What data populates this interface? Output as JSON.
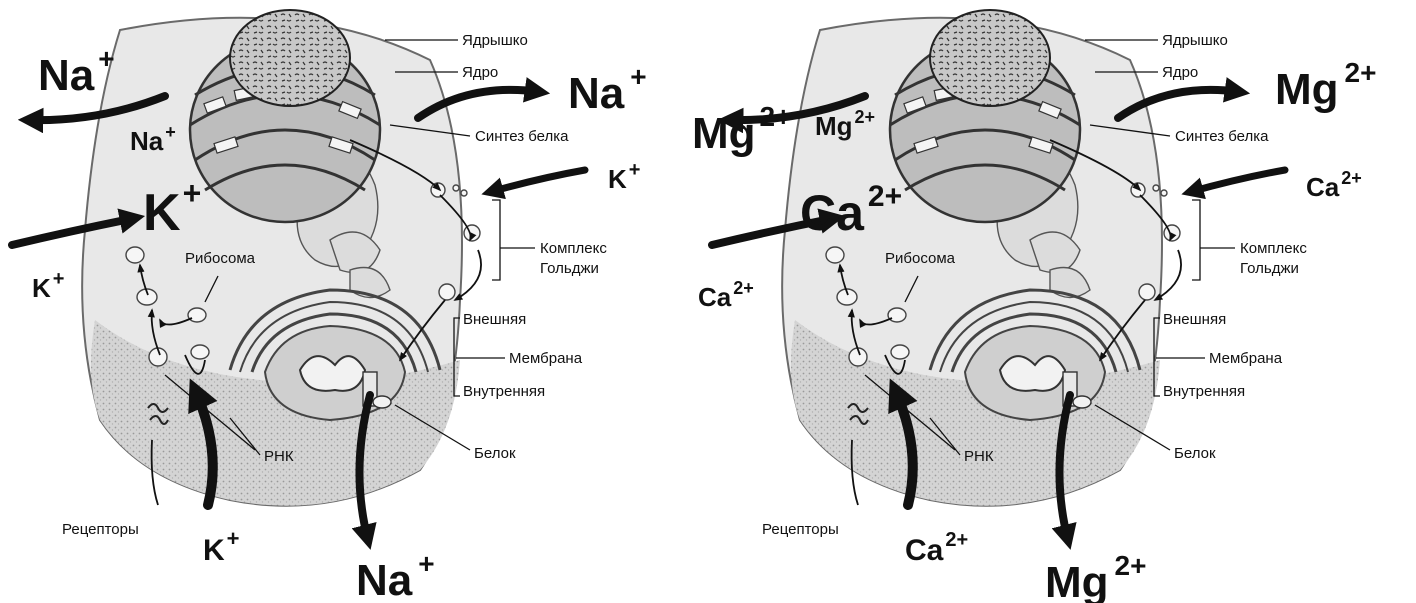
{
  "labels": {
    "nucleolus": "Ядрышко",
    "nucleus": "Ядро",
    "protein_synthesis": "Синтез белка",
    "golgi_line1": "Комплекс",
    "golgi_line2": "Гольджи",
    "ribosome": "Рибосома",
    "outer": "Внешняя",
    "membrane": "Мембрана",
    "inner": "Внутренняя",
    "protein": "Белок",
    "rna": "РНК",
    "receptors": "Рецепторы"
  },
  "left_ions": {
    "out_top": {
      "base": "Na",
      "charge": "+"
    },
    "near_nucleus": {
      "base": "Na",
      "charge": "+"
    },
    "right_top": {
      "base": "Na",
      "charge": "+"
    },
    "right_in": {
      "base": "K",
      "charge": "+"
    },
    "big_in": {
      "base": "K",
      "charge": "+"
    },
    "left_in": {
      "base": "K",
      "charge": "+"
    },
    "bottom_in": {
      "base": "K",
      "charge": "+"
    },
    "bottom_out": {
      "base": "Na",
      "charge": "+"
    }
  },
  "right_ions": {
    "out_top": {
      "base": "Mg",
      "charge": "2+"
    },
    "near_nucleus": {
      "base": "Mg",
      "charge": "2+"
    },
    "right_top": {
      "base": "Mg",
      "charge": "2+"
    },
    "right_in": {
      "base": "Ca",
      "charge": "2+"
    },
    "big_in": {
      "base": "Ca",
      "charge": "2+"
    },
    "left_in": {
      "base": "Ca",
      "charge": "2+"
    },
    "bottom_in": {
      "base": "Ca",
      "charge": "2+"
    },
    "bottom_out": {
      "base": "Mg",
      "charge": "2+"
    }
  }
}
